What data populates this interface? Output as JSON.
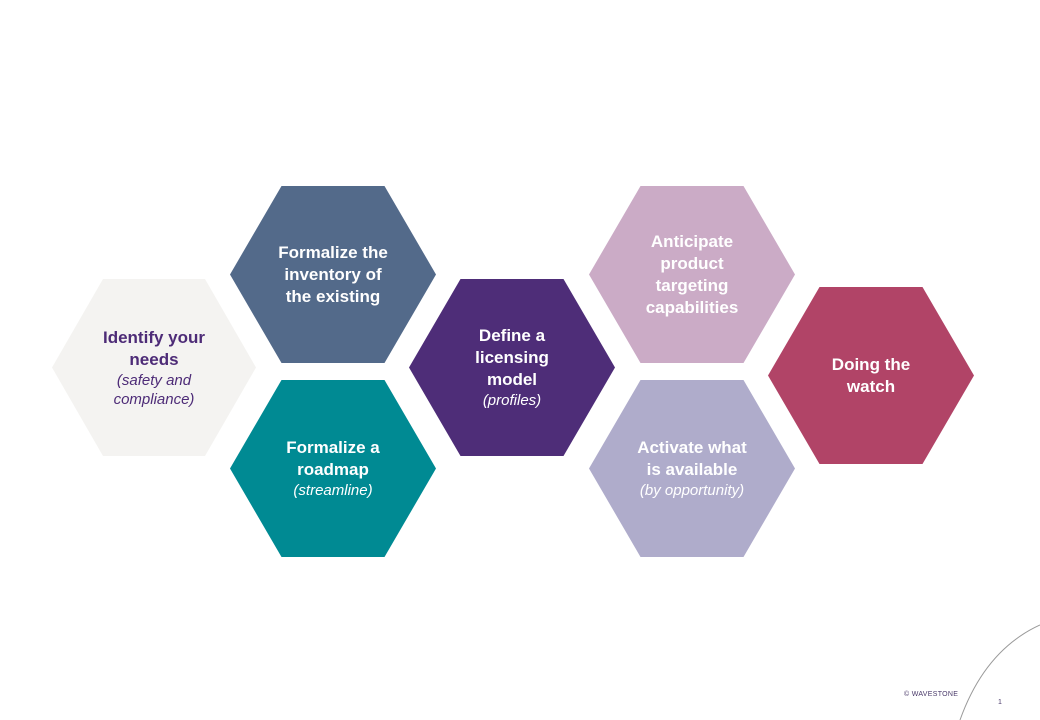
{
  "hexagons": [
    {
      "id": "identify-needs",
      "title": "Identify your needs",
      "subtitle": "(safety and compliance)",
      "fill": "#f4f3f1",
      "text_color": "#4d2b77"
    },
    {
      "id": "formalize-inventory",
      "title": "Formalize the inventory of the existing",
      "subtitle": "",
      "fill": "#536a8a",
      "text_color": "#ffffff"
    },
    {
      "id": "formalize-roadmap",
      "title": "Formalize a roadmap",
      "subtitle": "(streamline)",
      "fill": "#008a93",
      "text_color": "#ffffff"
    },
    {
      "id": "define-licensing",
      "title": "Define a licensing model",
      "subtitle": "(profiles)",
      "fill": "#4e2d78",
      "text_color": "#ffffff"
    },
    {
      "id": "anticipate-targeting",
      "title": "Anticipate product targeting capabilities",
      "subtitle": "",
      "fill": "#cbabc6",
      "text_color": "#ffffff"
    },
    {
      "id": "activate-available",
      "title": "Activate what is available",
      "subtitle": "(by opportunity)",
      "fill": "#afaccb",
      "text_color": "#ffffff"
    },
    {
      "id": "doing-watch",
      "title": "Doing the watch",
      "subtitle": "",
      "fill": "#b14467",
      "text_color": "#ffffff"
    }
  ],
  "footer": {
    "copyright": "© WAVESTONE",
    "page_number": "1"
  },
  "colors": {
    "footer_text": "#4a3a6a",
    "corner_line": "#9a9a9a"
  }
}
